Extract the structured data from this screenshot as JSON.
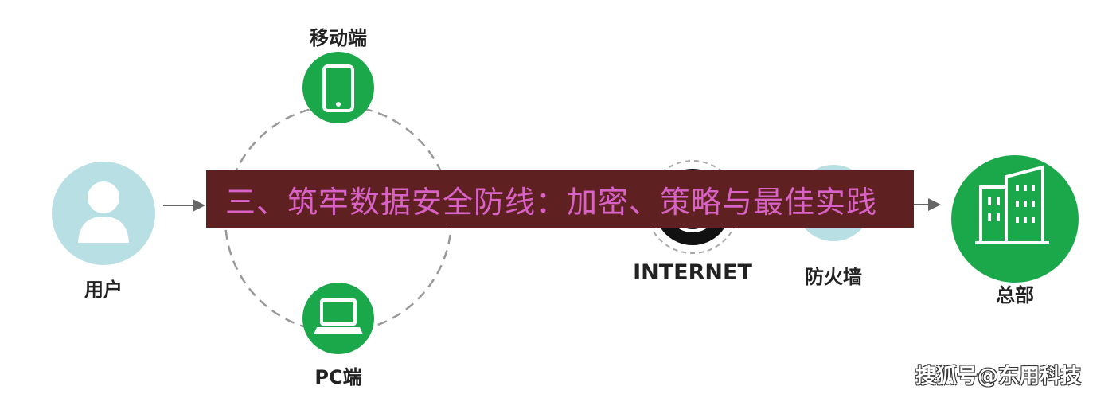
{
  "nodes": {
    "mobile": "移动端",
    "pc": "PC端",
    "user": "用户",
    "internet": "INTERNET",
    "firewall": "防火墙",
    "hq": "总部"
  },
  "banner_title": "三、筑牢数据安全防线：加密、策略与最佳实践",
  "watermark": "搜狐号@东用科技",
  "colors": {
    "green": "#1aa84a",
    "light_blue": "#b8dfe3",
    "banner_bg": "#5e2020",
    "banner_text": "#d862c6"
  }
}
